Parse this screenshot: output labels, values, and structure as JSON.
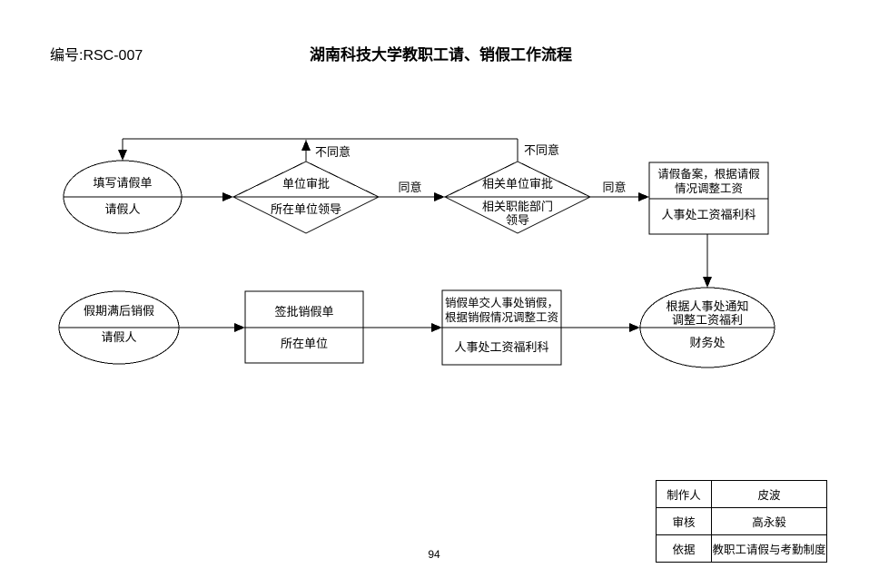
{
  "header": {
    "doc_number": "编号:RSC-007",
    "title": "湖南科技大学教职工请、销假工作流程"
  },
  "flowchart": {
    "nodes": {
      "fill_leave_form": {
        "action": "填写请假单",
        "actor": "请假人"
      },
      "unit_approval": {
        "action": "单位审批",
        "actor": "所在单位领导"
      },
      "related_unit_approval": {
        "action": "相关单位审批",
        "actor": "相关职能部门\n领导"
      },
      "leave_record": {
        "action": "请假备案，根据请假\n情况调整工资",
        "actor": "人事处工资福利科"
      },
      "report_back": {
        "action": "假期满后销假",
        "actor": "请假人"
      },
      "sign_cancel_form": {
        "action": "签批销假单",
        "actor": "所在单位"
      },
      "submit_cancel_form": {
        "action": "销假单交人事处销假，\n根据销假情况调整工资",
        "actor": "人事处工资福利科"
      },
      "adjust_salary": {
        "action": "根据人事处通知\n调整工资福利",
        "actor": "财务处"
      }
    },
    "edge_labels": {
      "agree": "同意",
      "disagree": "不同意"
    }
  },
  "footer_table": {
    "rows": [
      {
        "label": "制作人",
        "value": "皮波"
      },
      {
        "label": "审核",
        "value": "高永毅"
      },
      {
        "label": "依据",
        "value": "教职工请假与考勤制度"
      }
    ]
  },
  "page_number": "94"
}
